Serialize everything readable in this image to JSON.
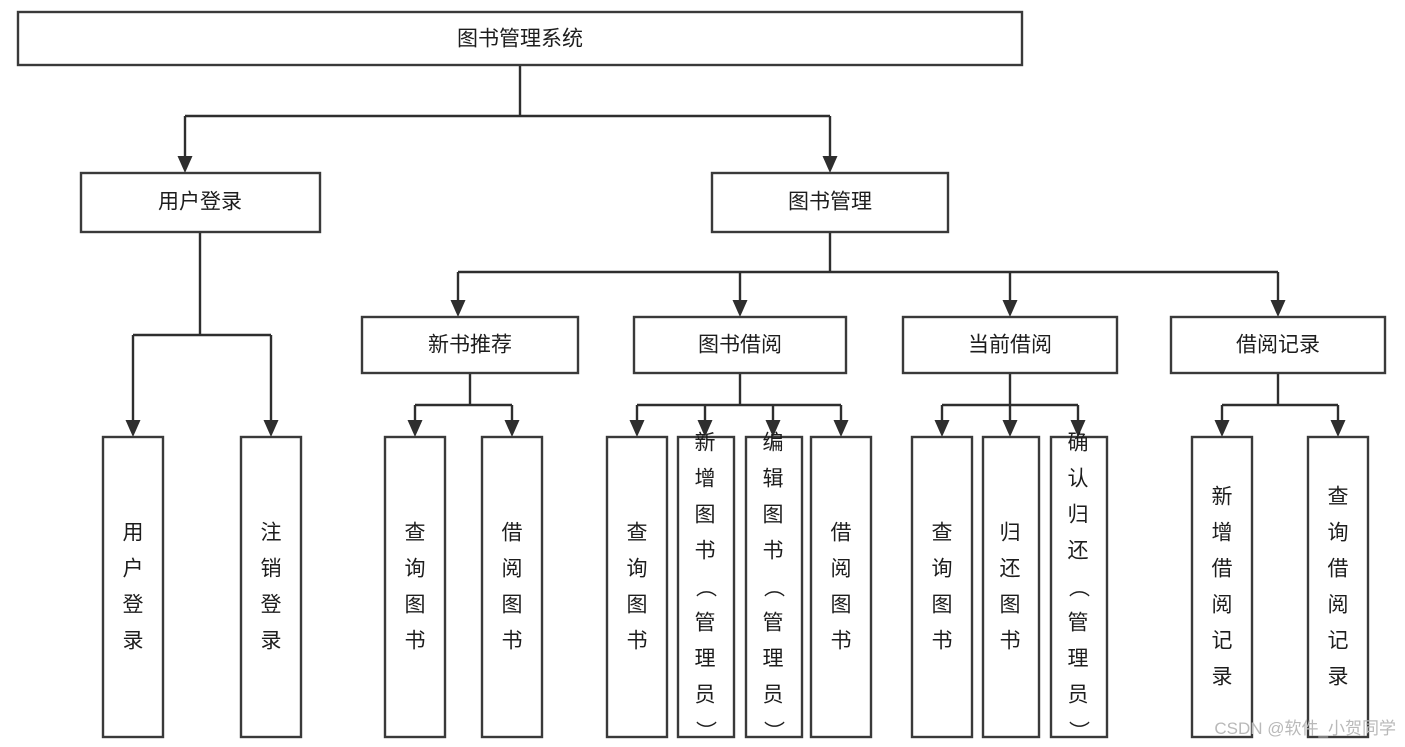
{
  "diagram": {
    "title": "图书管理系统",
    "type": "tree",
    "orientation": "top-down",
    "colors": {
      "box_stroke": "#3a3a3a",
      "box_fill": "#ffffff",
      "connector": "#2e2e2e",
      "text": "#1d1d1d",
      "background": "#ffffff",
      "watermark": "#b9b9b9"
    },
    "root": {
      "label": "图书管理系统"
    },
    "level2": [
      {
        "label": "用户登录"
      },
      {
        "label": "图书管理"
      }
    ],
    "level3": [
      {
        "label": "新书推荐"
      },
      {
        "label": "图书借阅"
      },
      {
        "label": "当前借阅"
      },
      {
        "label": "借阅记录"
      }
    ],
    "leaves": {
      "user_login": [
        {
          "label": "用户登录"
        },
        {
          "label": "注销登录"
        }
      ],
      "new_book_recommend": [
        {
          "label": "查询图书"
        },
        {
          "label": "借阅图书"
        }
      ],
      "book_borrow": [
        {
          "label": "查询图书"
        },
        {
          "label": "新增图书（管理员）"
        },
        {
          "label": "编辑图书（管理员）"
        },
        {
          "label": "借阅图书"
        }
      ],
      "current_borrow": [
        {
          "label": "查询图书"
        },
        {
          "label": "归还图书"
        },
        {
          "label": "确认归还（管理员）"
        }
      ],
      "borrow_record": [
        {
          "label": "新增借阅记录"
        },
        {
          "label": "查询借阅记录"
        }
      ]
    }
  },
  "watermark": {
    "text": "CSDN @软件_小贺同学"
  }
}
